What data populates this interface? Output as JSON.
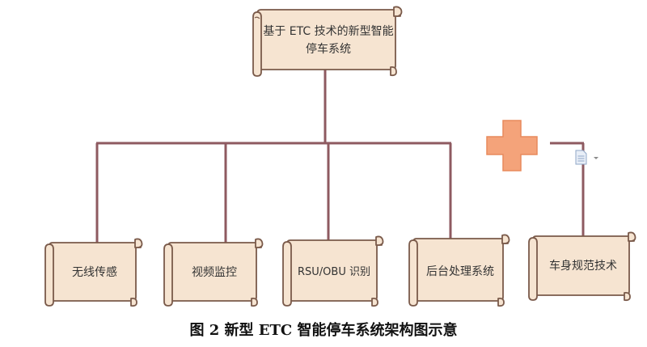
{
  "diagram": {
    "root": {
      "label": "基于 ETC 技术的新型智能停车系统"
    },
    "children": [
      {
        "label": "无线传感"
      },
      {
        "label": "视频监控"
      },
      {
        "label": "RSU/OBU 识别"
      },
      {
        "label": "后台处理系统"
      },
      {
        "label": "车身规范技术"
      }
    ],
    "colors": {
      "connector": "#8e5a60",
      "scroll_fill": "#f6e4d1",
      "scroll_stroke": "#7a5a4a",
      "plus_fill": "#f4a37a",
      "plus_stroke": "#e88a5c"
    },
    "icons": [
      "plus-icon",
      "document-icon",
      "dropdown-arrow-icon"
    ]
  },
  "caption": "图 2   新型 ETC 智能停车系统架构图示意"
}
